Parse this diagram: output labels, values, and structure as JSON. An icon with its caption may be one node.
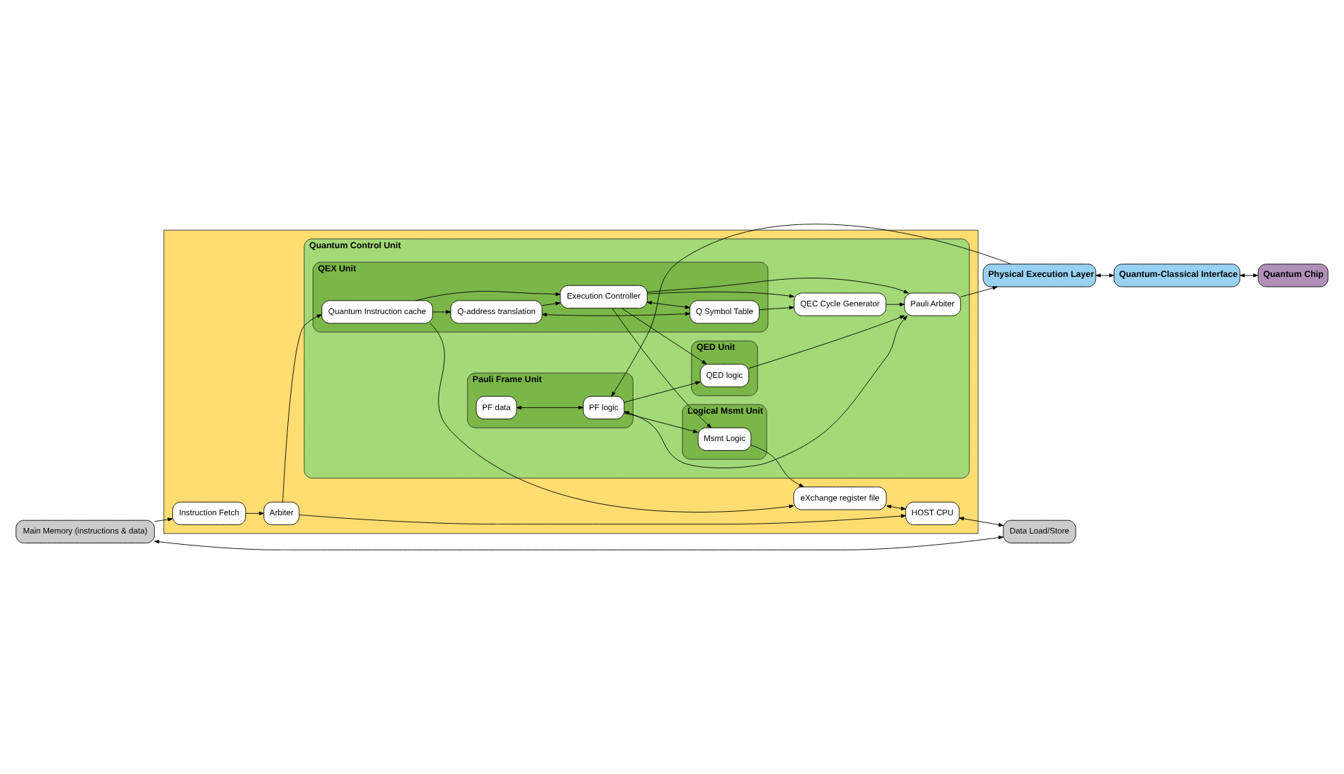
{
  "diagram": {
    "nodes": [
      {
        "text": [
          "Main Memory (instructions & data)"
        ]
      },
      {
        "text": [
          "Data Load/Store"
        ]
      },
      {
        "text": [],
        "shape": "box"
      },
      {
        "text": [
          "Instruction Fetch"
        ],
        "in": 2
      },
      {
        "text": [
          "Arbiter"
        ],
        "in": 2
      },
      {
        "text": [
          "eXchange register file"
        ],
        "in": 2
      },
      {
        "text": [
          "HOST CPU"
        ],
        "in": 2
      },
      {
        "text": [
          "Quantum Control Unit"
        ],
        "in": 2
      },
      {
        "text": [
          "QEX Unit"
        ],
        "in": 7
      },
      {
        "text": [
          "Quantum Instruction cache"
        ],
        "in": 8
      },
      {
        "text": [
          "Q-address translation"
        ],
        "in": 8
      },
      {
        "text": [
          "Execution Controller"
        ],
        "in": 8
      },
      {
        "text": [
          "Q Symbol Table"
        ],
        "in": 8
      },
      {
        "text": [
          "Logical Msmt Unit"
        ],
        "in": 7
      },
      {
        "text": [
          "Msmt Logic"
        ],
        "in": 13
      },
      {
        "text": [
          "Pauli Frame Unit"
        ],
        "in": 7
      },
      {
        "text": [
          "PF data"
        ],
        "in": 15
      },
      {
        "text": [
          "PF logic"
        ],
        "in": 15
      },
      {
        "text": [
          "QED Unit"
        ],
        "in": 7
      },
      {
        "text": [
          "QED logic"
        ],
        "in": 18
      },
      {
        "text": [
          "QEC Cycle Generator"
        ],
        "in": 7
      },
      {
        "text": [
          "Pauli Arbiter"
        ],
        "in": 7
      },
      {
        "text": [
          "Physical Execution Layer"
        ]
      },
      {
        "text": [
          "Quantum-Classical Interface"
        ]
      },
      {
        "text": [
          "Quantum Chip"
        ]
      }
    ],
    "edges": [
      {
        "from": 0,
        "to": 1,
        "arrow": "both"
      },
      {
        "from": 0,
        "to": 3,
        "arrow": "to"
      },
      {
        "from": 6,
        "to": 1,
        "arrow": "both"
      },
      {
        "from": 3,
        "to": 4,
        "arrow": "to"
      },
      {
        "from": 4,
        "to": 6,
        "arrow": "to"
      },
      {
        "from": 4,
        "to": 9,
        "arrow": "to"
      },
      {
        "from": 14,
        "to": 5,
        "arrow": "to"
      },
      {
        "from": 5,
        "to": 6,
        "arrow": "both"
      },
      {
        "from": 9,
        "to": 5,
        "arrow": "to"
      },
      {
        "from": 9,
        "to": 11,
        "arrow": "to"
      },
      {
        "from": 9,
        "to": 10,
        "arrow": "to"
      },
      {
        "from": 10,
        "to": 11,
        "arrow": "to"
      },
      {
        "from": 10,
        "to": 12,
        "arrow": "both"
      },
      {
        "from": 11,
        "to": 12,
        "arrow": "both"
      },
      {
        "from": 11,
        "to": 14,
        "arrow": "to"
      },
      {
        "from": 11,
        "to": 19,
        "arrow": "to"
      },
      {
        "from": 11,
        "to": 21,
        "arrow": "to"
      },
      {
        "from": 11,
        "to": 20,
        "arrow": "to"
      },
      {
        "from": 12,
        "to": 20,
        "arrow": "to"
      },
      {
        "from": 20,
        "to": 21,
        "arrow": "to"
      },
      {
        "from": 19,
        "to": 21,
        "arrow": "to"
      },
      {
        "from": 17,
        "to": 14,
        "arrow": "to"
      },
      {
        "from": 17,
        "to": 19,
        "arrow": "to"
      },
      {
        "from": 16,
        "to": 17,
        "arrow": "both"
      },
      {
        "from": 17,
        "to": 21,
        "arrow": "both"
      },
      {
        "from": 22,
        "to": 17,
        "arrow": "to"
      },
      {
        "from": 21,
        "to": 22,
        "arrow": "to"
      },
      {
        "from": 22,
        "to": 23,
        "arrow": "both"
      },
      {
        "from": 23,
        "to": 24,
        "arrow": "both"
      }
    ]
  }
}
